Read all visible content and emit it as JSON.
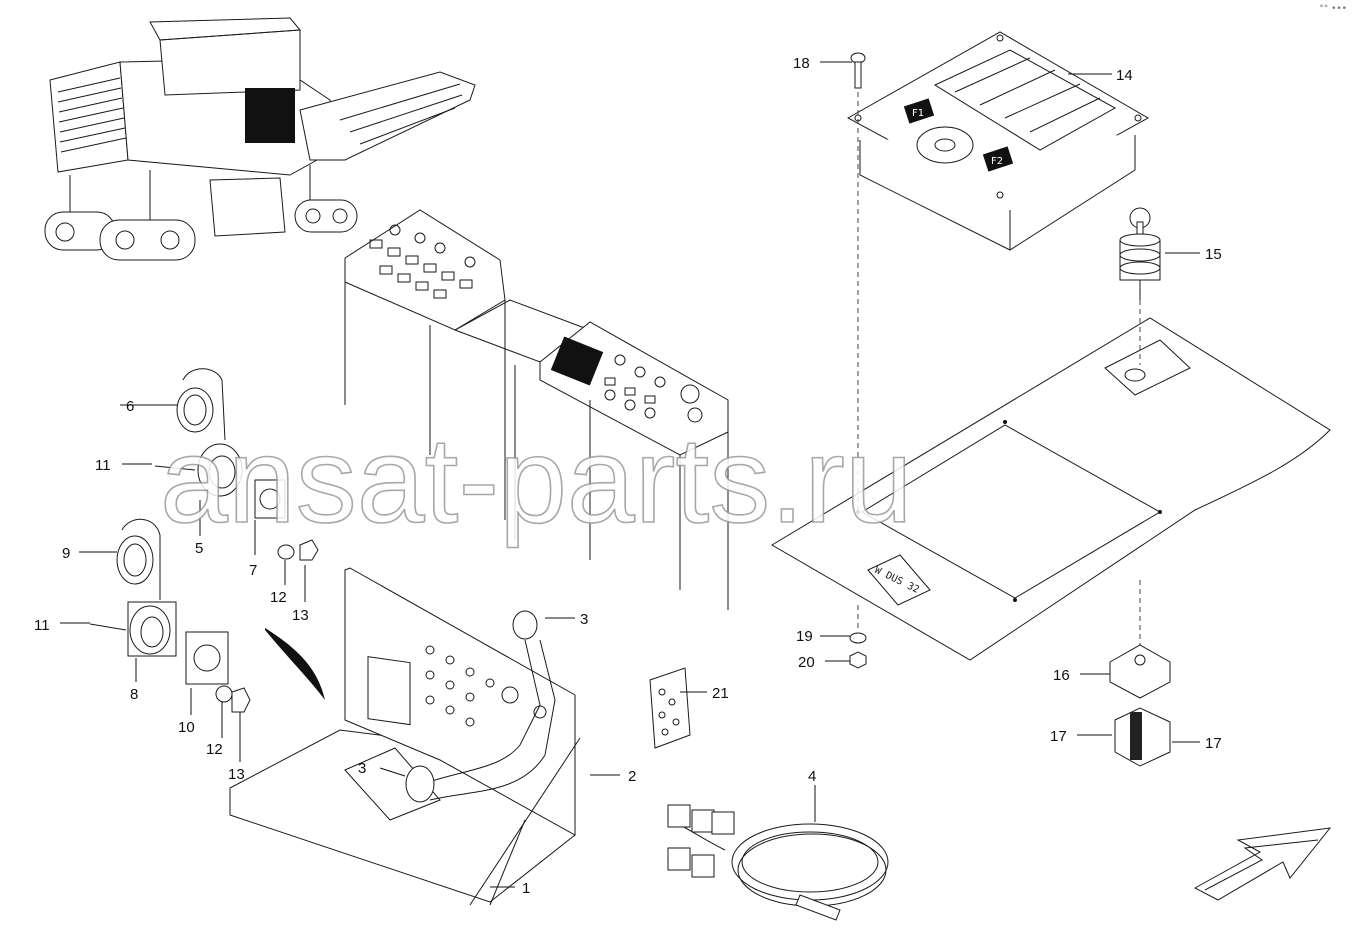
{
  "watermark": "ansat-parts.ru",
  "plate_text": "W DUS 32",
  "corner_marks": "°° •••",
  "callouts": {
    "c1": "1",
    "c2": "2",
    "c3a": "3",
    "c3b": "3",
    "c4": "4",
    "c5": "5",
    "c6": "6",
    "c7": "7",
    "c8": "8",
    "c9": "9",
    "c10": "10",
    "c11a": "11",
    "c11b": "11",
    "c12a": "12",
    "c12b": "12",
    "c13a": "13",
    "c13b": "13",
    "c14": "14",
    "c15": "15",
    "c16": "16",
    "c17a": "17",
    "c17b": "17",
    "c18": "18",
    "c19": "19",
    "c20": "20",
    "c21": "21"
  },
  "display_keys": {
    "f1": "F1",
    "f2": "F2"
  }
}
